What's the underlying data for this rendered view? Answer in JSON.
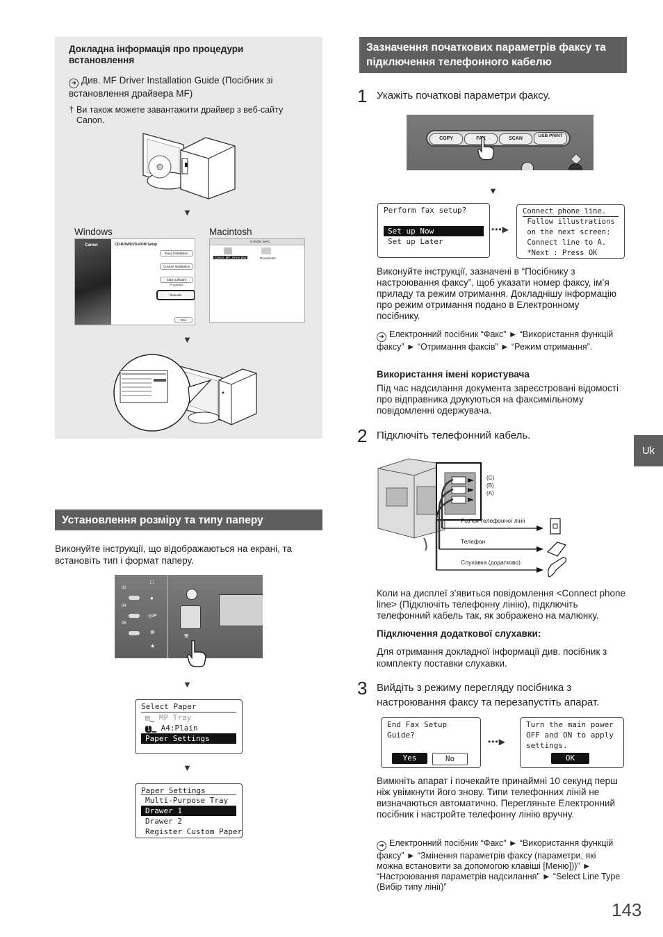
{
  "left_box": {
    "title": "Докладна інформація про процедури встановлення",
    "ref_text": "Див. MF Driver Installation Guide (Посібник зі встановлення драйвера MF)",
    "note_mark": "†",
    "note_text": "Ви також можете завантажити драйвер з веб-сайту Canon.",
    "label_windows": "Windows",
    "label_macintosh": "Macintosh",
    "win_shot": {
      "brand": "Canon",
      "title": "CD-ROM/DVD-ROM Setup",
      "btn_easy": "Easy Installation",
      "btn_custom": "Custom Installation",
      "btn_start": "Start Software Programs",
      "btn_manuals": "Manuals",
      "btn_exit": "Exit"
    },
    "mac_shot": {
      "title": "CANON_MAC",
      "item1": "Canon_MF_Driver.pkg",
      "item2": "Documents"
    }
  },
  "paper_section": {
    "heading": "Установлення розміру та типу паперу",
    "text": "Виконуйте інструкції, що відображаються на екрані, та встановіть тип і формат паперу.",
    "panel_keys": [
      "02",
      "04",
      "06"
    ],
    "panel_icons": [
      "□",
      "●",
      "◎/P",
      "⊗",
      "★",
      "⊞"
    ],
    "lcd1": {
      "title": "Select Paper",
      "line1": "MP Tray",
      "line2": "A4:Plain",
      "line3": "Paper Settings",
      "badge": "1"
    },
    "lcd2": {
      "title": "Paper Settings",
      "items": [
        "Multi-Purpose Tray",
        "Drawer 1",
        "Drawer 2",
        "Register Custom Paper"
      ]
    }
  },
  "fax_section": {
    "heading": "Зазначення початкових параметрів факсу та підключення телефонного кабелю",
    "step1": {
      "num": "1",
      "text": "Укажіть початкові параметри факсу.",
      "buttons": [
        "COPY",
        "FAX",
        "SCAN",
        "USB PRINT"
      ],
      "lcd_a": {
        "title": "Perform fax setup?",
        "opt1": "Set up Now",
        "opt2": "Set up Later"
      },
      "lcd_b": {
        "lines": [
          "Connect phone line.",
          " Follow illustrations",
          " on the next screen:",
          " Connect line to A.",
          " *Next : Press OK"
        ]
      },
      "para": "Виконуйте інструкції, зазначені в “Посібнику з настроювання факсу”, щоб указати номер факсу, ім’я приладу та режим отримання. Докладнішу інформацію про режим отримання подано в Електронному посібнику.",
      "ref": "Електронний посібник “Факс” ► “Використання функцій факсу” ► “Отримання факсів” ► “Режим отримання”.",
      "sub_title": "Використання імені користувача",
      "sub_text": "Під час надсилання документа зареєстровані відомості про відправника друкуються на факсимільному повідомленні одержувача."
    },
    "step2": {
      "num": "2",
      "text": "Підключіть телефонний кабель.",
      "port_labels": [
        "(C)",
        "(B)",
        "(A)"
      ],
      "line_labels": [
        "Роз’єм телефонної лінії",
        "Телефон",
        "Слухавка (додатково)"
      ],
      "para": "Коли на дисплеї з’явиться повідомлення <Connect phone line> (Підключіть телефонну лінію), підключіть телефонний кабель так, як зображено на малюнку.",
      "sub_title": "Підключення додаткової слухавки:",
      "sub_text": "Для отримання докладної інформації див. посібник з комплекту поставки слухавки."
    },
    "step3": {
      "num": "3",
      "text": "Вийдіть з режиму перегляду посібника з настроювання факсу та перезапустіть апарат.",
      "lcd_a": {
        "lines": [
          "End Fax Setup",
          "Guide?"
        ],
        "yes": "Yes",
        "no": "No"
      },
      "lcd_b": {
        "lines": [
          "Turn the main power",
          "OFF and ON to apply",
          "settings."
        ],
        "ok": "OK"
      },
      "para": "Вимкніть апарат і почекайте принаймні 10 секунд перш ніж увімкнути його знову. Типи телефонних ліній не визначаються автоматично. Перегляньте Електронний посібник і настройте телефонну лінію вручну.",
      "ref": "Електронний посібник “Факс” ► “Використання функцій факсу” ► “Змінення параметрів факсу (параметри, які можна встановити за допомогою клавіші [Меню]))” ► “Настроювання параметрів надсилання” ► “Select Line Type (Вибір типу лінії)”"
    }
  },
  "lang_tab": "Uk",
  "page_number": "143"
}
